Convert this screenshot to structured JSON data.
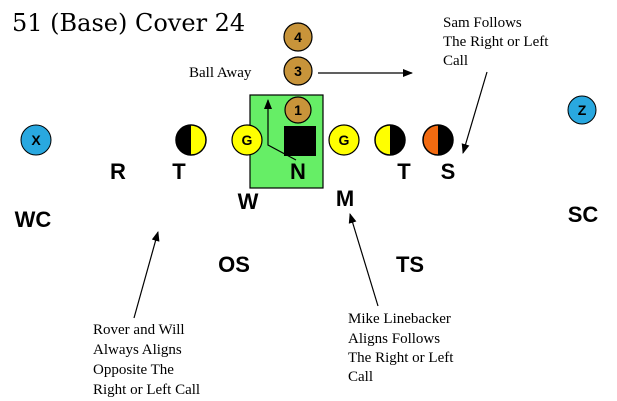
{
  "title": "51 (Base) Cover 24",
  "notes": {
    "ball_away": "Ball Away",
    "sam": [
      "Sam Follows",
      "The Right or Left",
      "Call"
    ],
    "rover_will": [
      "Rover and Will",
      "Always Aligns",
      "Opposite The",
      "Right or Left Call"
    ],
    "mike": [
      "Mike Linebacker",
      "Aligns Follows",
      "The Right or Left",
      "Call"
    ]
  },
  "receivers": [
    {
      "label": "X",
      "color": "#29a8e0"
    },
    {
      "label": "Z",
      "color": "#29a8e0"
    }
  ],
  "backs": [
    {
      "label": "4",
      "color": "#c8943a"
    },
    {
      "label": "3",
      "color": "#c8943a"
    },
    {
      "label": "1",
      "color": "#c8943a"
    }
  ],
  "guards": [
    {
      "label": "G",
      "color": "#ffff00"
    },
    {
      "label": "G",
      "color": "#ffff00"
    }
  ],
  "tackle_colors": {
    "outer": "#000000",
    "inner": "#ffff00",
    "sam_inner": "#f26a10"
  },
  "box_color": "#66ee66",
  "positions": {
    "R": "R",
    "T_left": "T",
    "N": "N",
    "T_right": "T",
    "S": "S",
    "W": "W",
    "M": "M",
    "WC": "WC",
    "SC": "SC",
    "OS": "OS",
    "TS": "TS"
  }
}
